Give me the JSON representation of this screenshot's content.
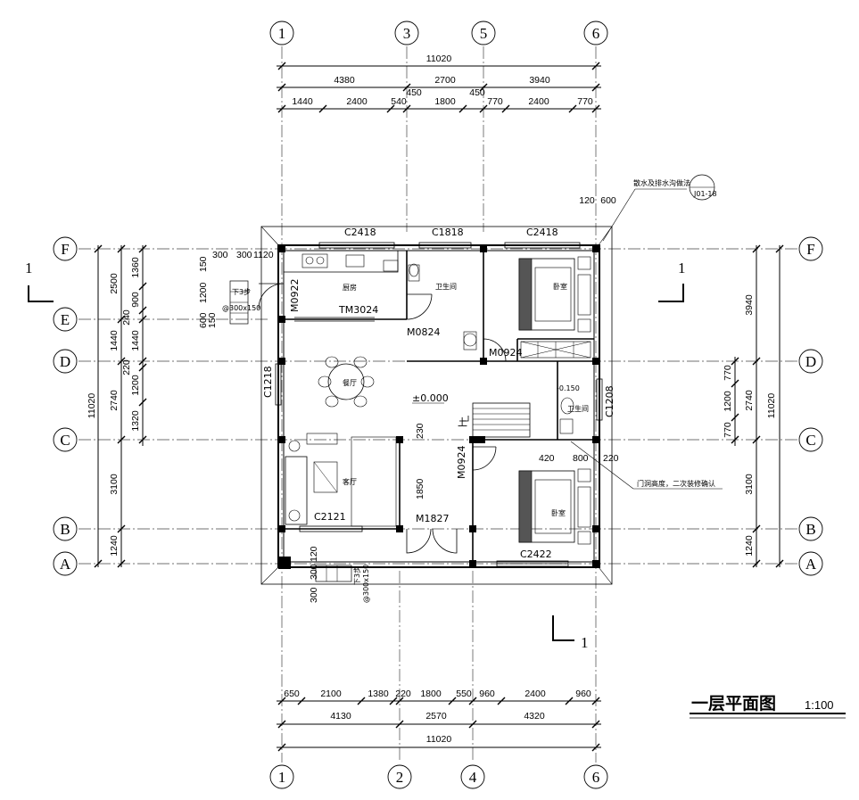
{
  "title": {
    "text": "一层平面图",
    "scale": "1:100"
  },
  "axes_top": [
    "1",
    "3",
    "5",
    "6"
  ],
  "axes_bottom": [
    "1",
    "2",
    "4",
    "6"
  ],
  "axes_rows": [
    "F",
    "E",
    "D",
    "C",
    "B",
    "A"
  ],
  "dims_top": {
    "total": "11020",
    "row2": [
      "4380",
      "2700",
      "3940"
    ],
    "row3": [
      "1440",
      "2400",
      "540",
      "1800",
      "770",
      "2400",
      "770"
    ],
    "offsets": [
      "450",
      "450"
    ]
  },
  "dims_bottom": {
    "row1": [
      "650",
      "2100",
      "1380",
      "220",
      "1800",
      "550",
      "960",
      "2400",
      "960"
    ],
    "row2": [
      "4130",
      "2570",
      "4320"
    ],
    "total": "11020"
  },
  "dims_left": {
    "outer": [
      "2500",
      "1440",
      "2740",
      "3100",
      "1240"
    ],
    "inner": [
      "1360",
      "900",
      "240",
      "1440",
      "220",
      "1200",
      "1320"
    ],
    "total": "11020",
    "entry": [
      "300",
      "300",
      "1120",
      "150",
      "1200",
      "600",
      "150"
    ]
  },
  "dims_right": {
    "outer": [
      "3940",
      "2740",
      "3100",
      "1240"
    ],
    "inner": [
      "770",
      "1200",
      "770"
    ],
    "total": "11020",
    "corner": [
      "120",
      "600"
    ]
  },
  "windows": {
    "c2418a": "C2418",
    "c1818": "C1818",
    "c2418b": "C2418",
    "c1218": "C1218",
    "c1208": "C1208",
    "c2121": "C2121",
    "c2422": "C2422"
  },
  "doors": {
    "m0922": "M0922",
    "tm3024": "TM3024",
    "m0824": "M0824",
    "m0924a": "M0924",
    "m0924b": "M0924",
    "m1827": "M1827"
  },
  "rooms": {
    "kitchen": "厨房",
    "bath": "卫生间",
    "bed1": "卧室",
    "dining": "餐厅",
    "living": "客厅",
    "bed2": "卧室",
    "wc": "卫生间"
  },
  "annotations": {
    "elev": "±0.000",
    "elev2": "-0.150",
    "up": "上",
    "steps1": "下3步",
    "steps2": "下3步",
    "tread1": "@300x150",
    "tread2": "@300x150",
    "door_note": "门洞高度，二次装修确认",
    "drain_note": "散水及排水沟做法",
    "drain_ref": "J01-18",
    "inner_dims": [
      "230",
      "1850",
      "420",
      "800",
      "220"
    ],
    "entry_dims": [
      "300",
      "300",
      "120"
    ]
  },
  "section": {
    "mark": "1"
  }
}
